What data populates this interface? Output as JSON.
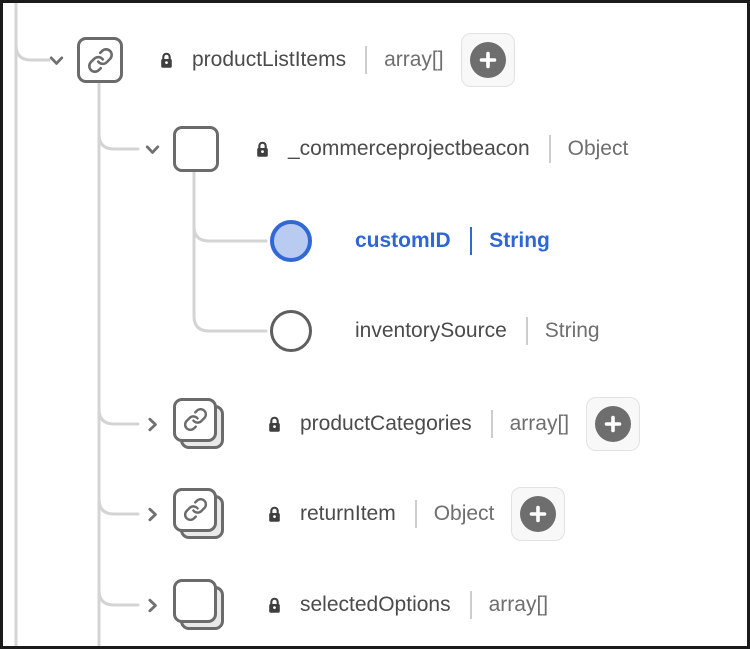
{
  "app": "schema-structure-editor",
  "colors": {
    "accent_blue": "#3168d6",
    "selected_fill": "#b9cbf1",
    "field_name_text": "#4b4b4b",
    "field_type_text": "#6e6e6e",
    "icon_outline": "#6b6b6b",
    "connector_line": "#d4d4d4",
    "add_button_circle": "#6e6e6e",
    "frame_border": "#1b1b1b"
  },
  "tree": {
    "rows": [
      {
        "name": "productListItems",
        "type": "array[]",
        "icon": "link-box-icon",
        "chevron": "down",
        "locked": true,
        "add_button": true,
        "selected": false,
        "depth": 0
      },
      {
        "name": "_commerceprojectbeacon",
        "type": "Object",
        "icon": "object-box-icon",
        "chevron": "down",
        "locked": true,
        "add_button": false,
        "selected": false,
        "depth": 1
      },
      {
        "name": "customID",
        "type": "String",
        "icon": "field-circle-icon",
        "chevron": null,
        "locked": false,
        "add_button": false,
        "selected": true,
        "depth": 2
      },
      {
        "name": "inventorySource",
        "type": "String",
        "icon": "field-circle-icon",
        "chevron": null,
        "locked": false,
        "add_button": false,
        "selected": false,
        "depth": 2
      },
      {
        "name": "productCategories",
        "type": "array[]",
        "icon": "link-stack-icon",
        "chevron": "right",
        "locked": true,
        "add_button": true,
        "selected": false,
        "depth": 1
      },
      {
        "name": "returnItem",
        "type": "Object",
        "icon": "link-stack-icon",
        "chevron": "right",
        "locked": true,
        "add_button": true,
        "selected": false,
        "depth": 1
      },
      {
        "name": "selectedOptions",
        "type": "array[]",
        "icon": "object-stack-icon",
        "chevron": "right",
        "locked": true,
        "add_button": false,
        "selected": false,
        "depth": 1
      }
    ]
  }
}
